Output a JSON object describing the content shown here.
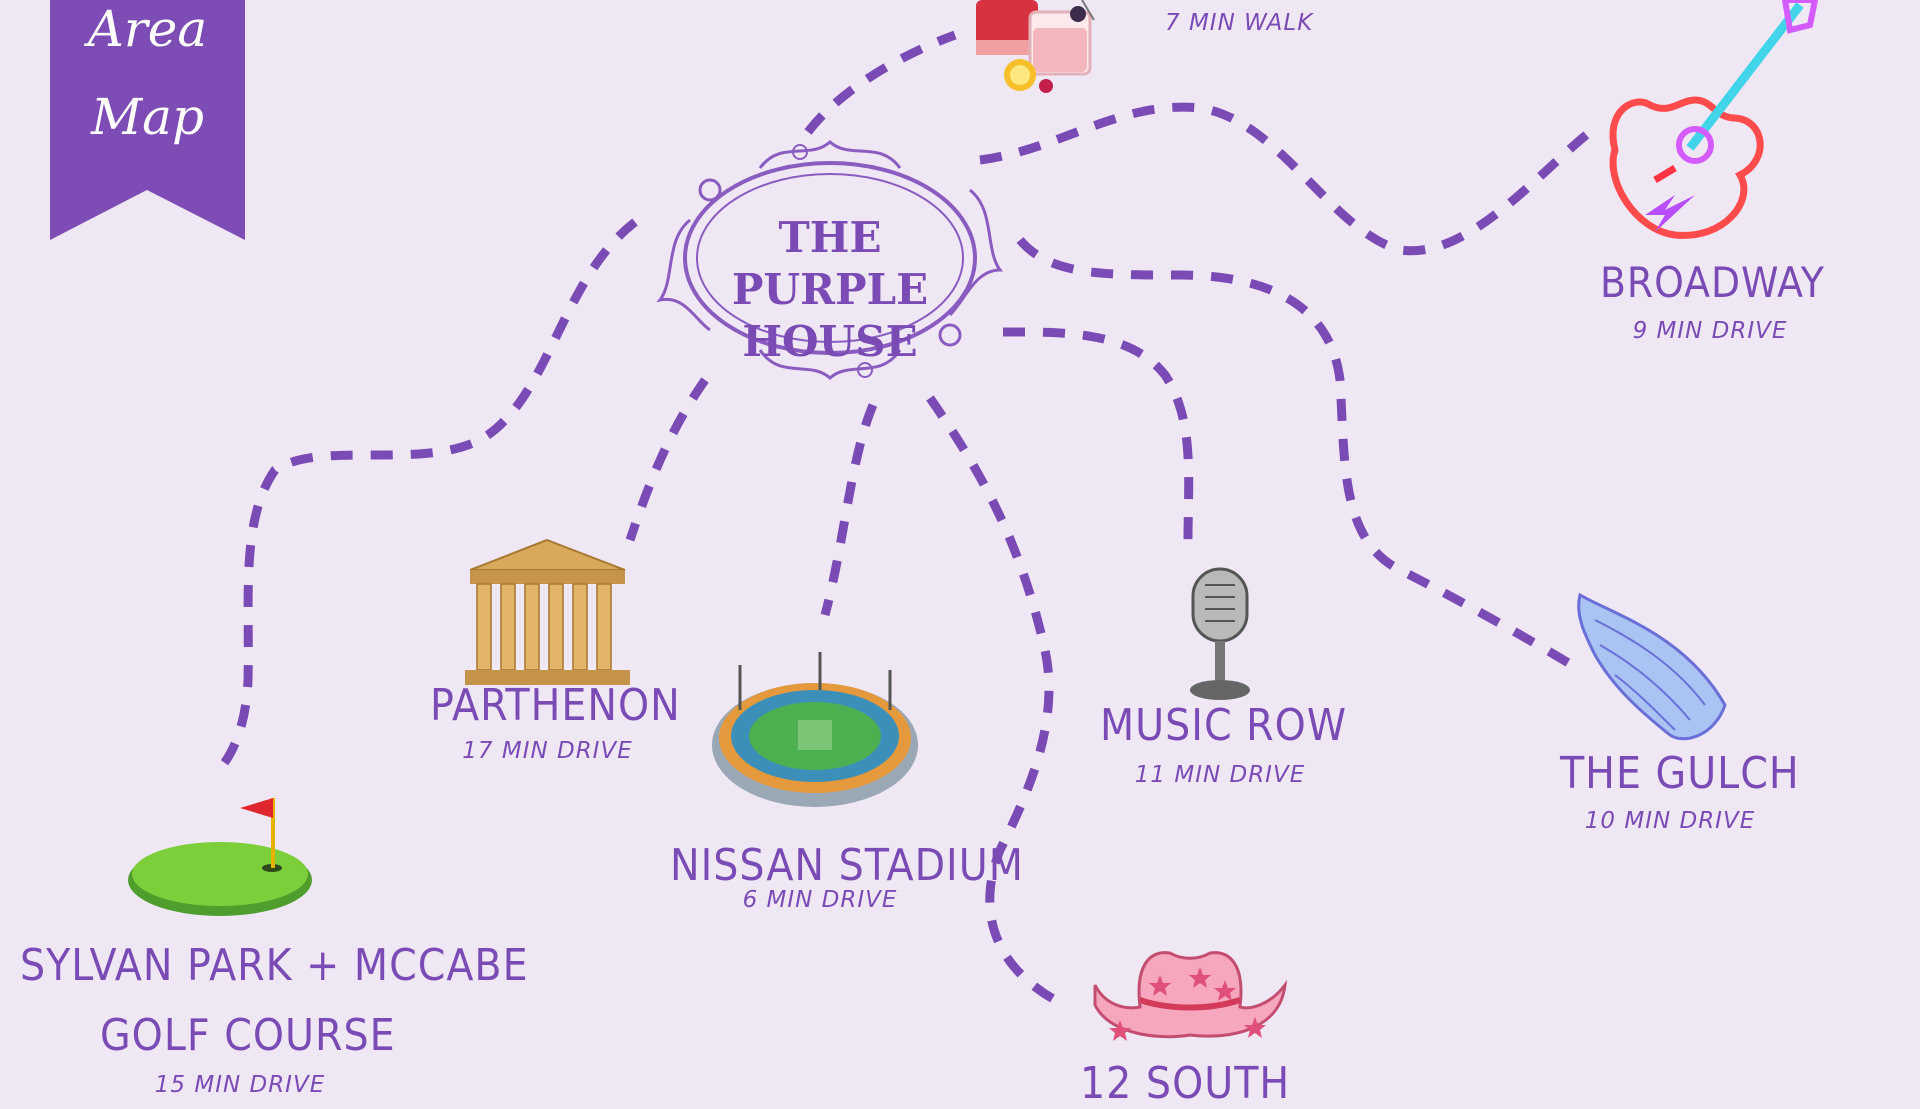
{
  "map": {
    "banner_line1": "Area",
    "banner_line2": "Map",
    "center": {
      "name_line1": "THE PURPLE",
      "name_line2": "HOUSE"
    },
    "places": {
      "drinks": {
        "name": "",
        "time": "7 MIN WALK"
      },
      "broadway": {
        "name": "BROADWAY",
        "time": "9 MIN DRIVE"
      },
      "parthenon": {
        "name": "PARTHENON",
        "time": "17 MIN DRIVE"
      },
      "nissan": {
        "name": "NISSAN STADIUM",
        "time": "6 MIN DRIVE"
      },
      "music_row": {
        "name": "MUSIC ROW",
        "time": "11 MIN DRIVE"
      },
      "gulch": {
        "name": "THE GULCH",
        "time": "10 MIN DRIVE"
      },
      "sylvan": {
        "name_line1": "SYLVAN PARK + MCCABE",
        "name_line2": "GOLF COURSE",
        "time": "15 MIN DRIVE"
      },
      "twelve_south": {
        "name": "12 SOUTH"
      }
    },
    "icons": [
      "cocktail-icon",
      "neon-guitar-icon",
      "parthenon-icon",
      "stadium-icon",
      "microphone-icon",
      "wings-icon",
      "golf-green-icon",
      "cowboy-hat-icon"
    ],
    "colors": {
      "background": "#efe8f4",
      "accent": "#7b4bb5",
      "banner": "#7d4cb4"
    }
  }
}
